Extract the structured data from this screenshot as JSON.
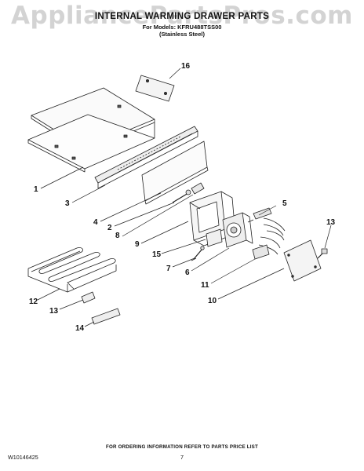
{
  "watermark": "AppliancePartsPros.com",
  "header": {
    "title": "INTERNAL WARMING DRAWER PARTS",
    "models_line": "For Models: KFRU488TSS00",
    "finish_line": "(Stainless Steel)"
  },
  "callouts": {
    "c1": "1",
    "c2": "2",
    "c3": "3",
    "c4": "4",
    "c5": "5",
    "c6": "6",
    "c7": "7",
    "c8": "8",
    "c9": "9",
    "c10": "10",
    "c11": "11",
    "c12": "12",
    "c13a": "13",
    "c13b": "13",
    "c14": "14",
    "c15": "15",
    "c16": "16"
  },
  "footer": {
    "ordering_note": "FOR ORDERING INFORMATION REFER TO PARTS PRICE LIST",
    "document_number": "W10146425",
    "page_number": "7"
  }
}
